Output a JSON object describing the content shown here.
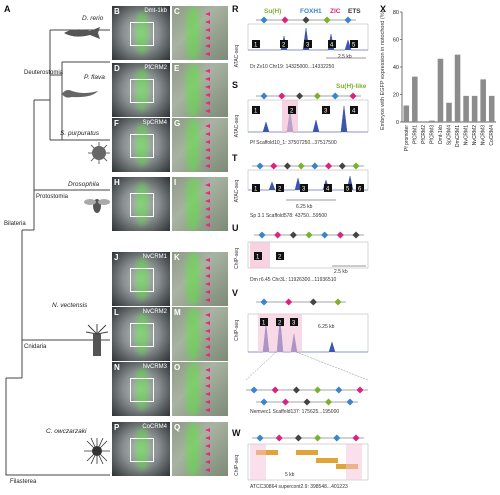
{
  "panel_labels": {
    "A": "A",
    "B": "B",
    "C": "C",
    "D": "D",
    "E": "E",
    "F": "F",
    "G": "G",
    "H": "H",
    "I": "I",
    "J": "J",
    "K": "K",
    "L": "L",
    "M": "M",
    "N": "N",
    "O": "O",
    "P": "P",
    "Q": "Q",
    "R": "R",
    "S": "S",
    "T": "T",
    "U": "U",
    "V": "V",
    "W": "W",
    "X": "X"
  },
  "clades": {
    "deuterostomia": "Deuterostomia",
    "bilateria": "Bilateria",
    "protostomia": "Protostomia",
    "cnidaria": "Cnidaria",
    "filasterea": "Filasterea"
  },
  "species": {
    "drerio": "D. rerio",
    "pflava": "P. flava",
    "spurp": "S. purpuratus",
    "dros": "Drosophila",
    "nvect": "N. vectensis",
    "cowc": "C. owczarzaki"
  },
  "constructs": {
    "B": "Dmt-1kb",
    "D": "PfCRM2",
    "F": "SpCRM4",
    "J": "NvCRM1",
    "L": "NvCRM2",
    "N": "NvCRM3",
    "P": "CoCRM4"
  },
  "legend": {
    "suh": "Su(H)",
    "foxh1": "FOXH1",
    "zic": "ZIC",
    "ets": "ETS",
    "suh_like": "Su(H)-like"
  },
  "tracks": {
    "R_axis": "ATAC-seq",
    "R_loc": "Dr Zv10 Chr19: 14325000...14332250",
    "R_scale": "2.5 kb",
    "S_axis": "ATAC-seq",
    "S_loc": "Pf Scaffold10_1: 37507250...37517500",
    "T_axis": "ATAC-seq",
    "T_scale": "6.25 kb",
    "T_loc": "Sp 3.1 Scaffold578: 43750...59500",
    "U_axis": "ChIP-seq",
    "U_scale": "2.5 kb",
    "U_loc": "Dm r6.45 Chr3L: 11926300...11936510",
    "V_axis": "ChIP-seq",
    "V_scale": "6.25 kb",
    "V_loc": "Nemvec1 Scaffold137: 175625...195000",
    "W_axis": "ChIP-seq",
    "W_scale": "5 kb",
    "W_loc": "ATCC30864 supercont2.9: 398548...401223"
  },
  "chart_data": {
    "type": "bar",
    "ylabel": "Embryos with EGFP expression in notochord (%)",
    "categories": [
      "Pf promoter",
      "PfCRM1",
      "PfCRM2",
      "PfCRM3",
      "Dmt-1kb",
      "SpCRM4",
      "DmCRM1",
      "NvCRM1",
      "NvCRM2",
      "NvCRM3",
      "CoCRM4"
    ],
    "values": [
      12,
      33,
      0,
      1,
      46,
      14,
      49,
      19,
      19,
      31,
      19
    ],
    "ylim": [
      0,
      80
    ],
    "yticks": [
      0,
      20,
      40,
      60,
      80
    ],
    "bar_color": "#8c8c8c"
  }
}
